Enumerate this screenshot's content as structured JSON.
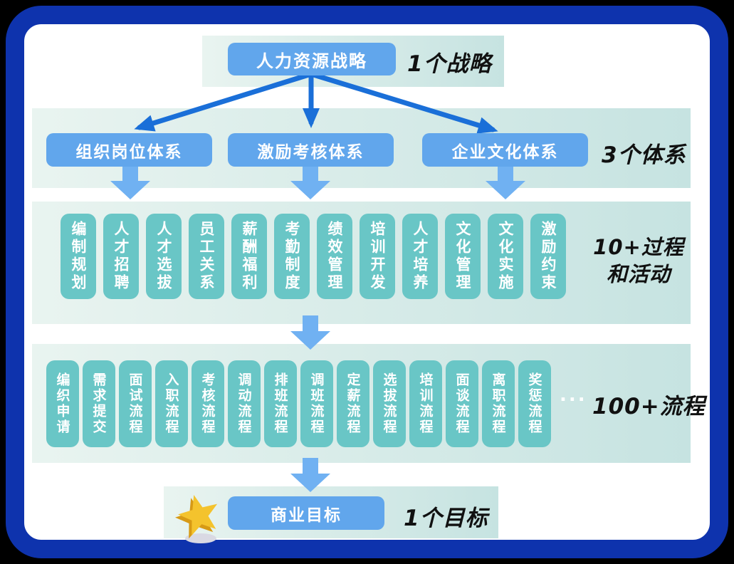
{
  "levels": {
    "strategy": {
      "box": "人力资源战略",
      "label": "1个战略"
    },
    "systems": {
      "boxes": [
        "组织岗位体系",
        "激励考核体系",
        "企业文化体系"
      ],
      "label": "3个体系"
    },
    "processes": {
      "boxes": [
        "编制规划",
        "人才招聘",
        "人才选拔",
        "员工关系",
        "薪酬福利",
        "考勤制度",
        "绩效管理",
        "培训开发",
        "人才培养",
        "文化管理",
        "文化实施",
        "激励约束"
      ],
      "label_line1": "10+过程",
      "label_line2": "和活动"
    },
    "flows": {
      "boxes": [
        "编织申请",
        "需求提交",
        "面试流程",
        "入职流程",
        "考核流程",
        "调动流程",
        "排班流程",
        "调班流程",
        "定薪流程",
        "选拔流程",
        "培训流程",
        "面谈流程",
        "离职流程",
        "奖惩流程"
      ],
      "ellipsis": "...",
      "label": "100+流程"
    },
    "goal": {
      "box": "商业目标",
      "label": "1个目标",
      "icon": "star-icon"
    }
  },
  "colors": {
    "frame": "#0e33ad",
    "band-from": "#e9f4f0",
    "band-to": "#c6e3e1",
    "blue-box": "#61a6ec",
    "teal-box": "#69c6c6",
    "arrow": "#1a6fd8",
    "block-arrow": "#70b1f2",
    "label-text": "#111111",
    "star-gold": "#f4c32d",
    "star-dark": "#d79a15",
    "star-shadow": "#d9d9e3"
  }
}
